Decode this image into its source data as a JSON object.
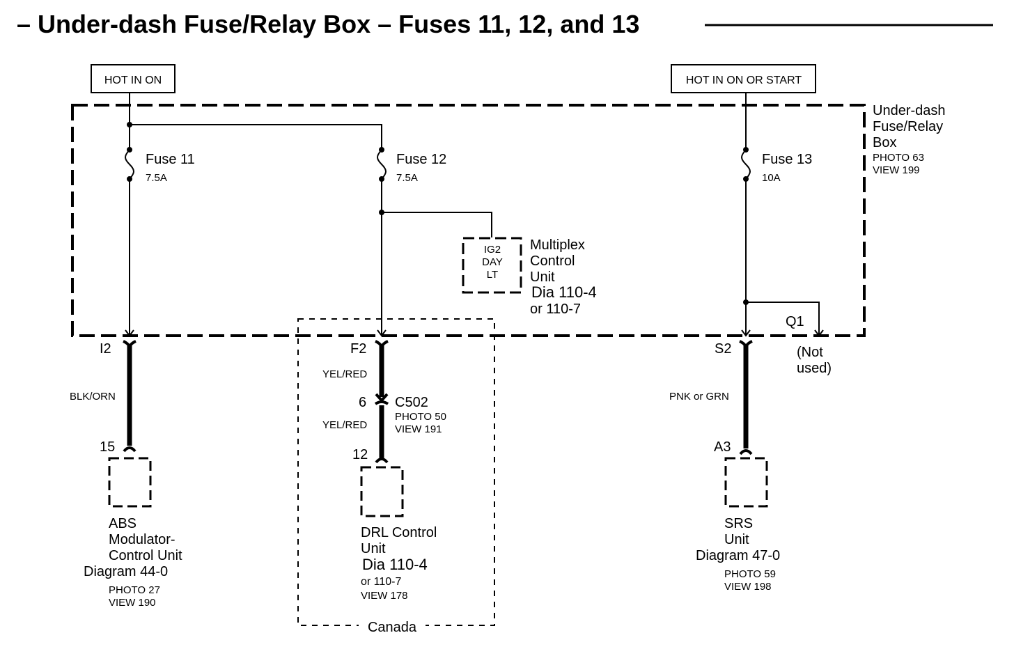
{
  "title": "– Under-dash Fuse/Relay Box – Fuses 11, 12, and 13",
  "power_sources": {
    "left": "HOT IN ON",
    "right": "HOT IN ON OR START"
  },
  "fuse_box": {
    "name_lines": [
      "Under-dash",
      "Fuse/Relay",
      "Box"
    ],
    "photo": "PHOTO 63",
    "view": "VIEW 199"
  },
  "fuses": [
    {
      "name": "Fuse 11",
      "rating": "7.5A"
    },
    {
      "name": "Fuse 12",
      "rating": "7.5A"
    },
    {
      "name": "Fuse 13",
      "rating": "10A"
    }
  ],
  "multiplex": {
    "inner_lines": [
      "IG2",
      "DAY",
      "LT"
    ],
    "name_lines": [
      "Multiplex",
      "Control",
      "Unit"
    ],
    "dia_line": "Dia 110-4",
    "or_line": "or 110-7"
  },
  "q1": {
    "label": "Q1",
    "note_lines": [
      "(Not",
      "used)"
    ]
  },
  "circuits": {
    "abs": {
      "top_pin": "I2",
      "wire": "BLK/ORN",
      "bottom_pin": "15",
      "name_lines": [
        "ABS",
        "Modulator-",
        "Control Unit"
      ],
      "diagram": "Diagram 44-0",
      "photo": "PHOTO 27",
      "view": "VIEW 190"
    },
    "drl": {
      "top_pin": "F2",
      "wire_upper": "YEL/RED",
      "connector_pin": "6",
      "connector": "C502",
      "connector_photo": "PHOTO 50",
      "connector_view": "VIEW 191",
      "wire_lower": "YEL/RED",
      "bottom_pin": "12",
      "name_lines": [
        "DRL Control",
        "Unit"
      ],
      "dia_line": "Dia 110-4",
      "or_line": "or 110-7",
      "view": "VIEW 178",
      "region": "Canada"
    },
    "srs": {
      "top_pin": "S2",
      "wire": "PNK or GRN",
      "bottom_pin": "A3",
      "name_lines": [
        "SRS",
        "Unit"
      ],
      "diagram": "Diagram 47-0",
      "photo": "PHOTO 59",
      "view": "VIEW 198"
    }
  }
}
